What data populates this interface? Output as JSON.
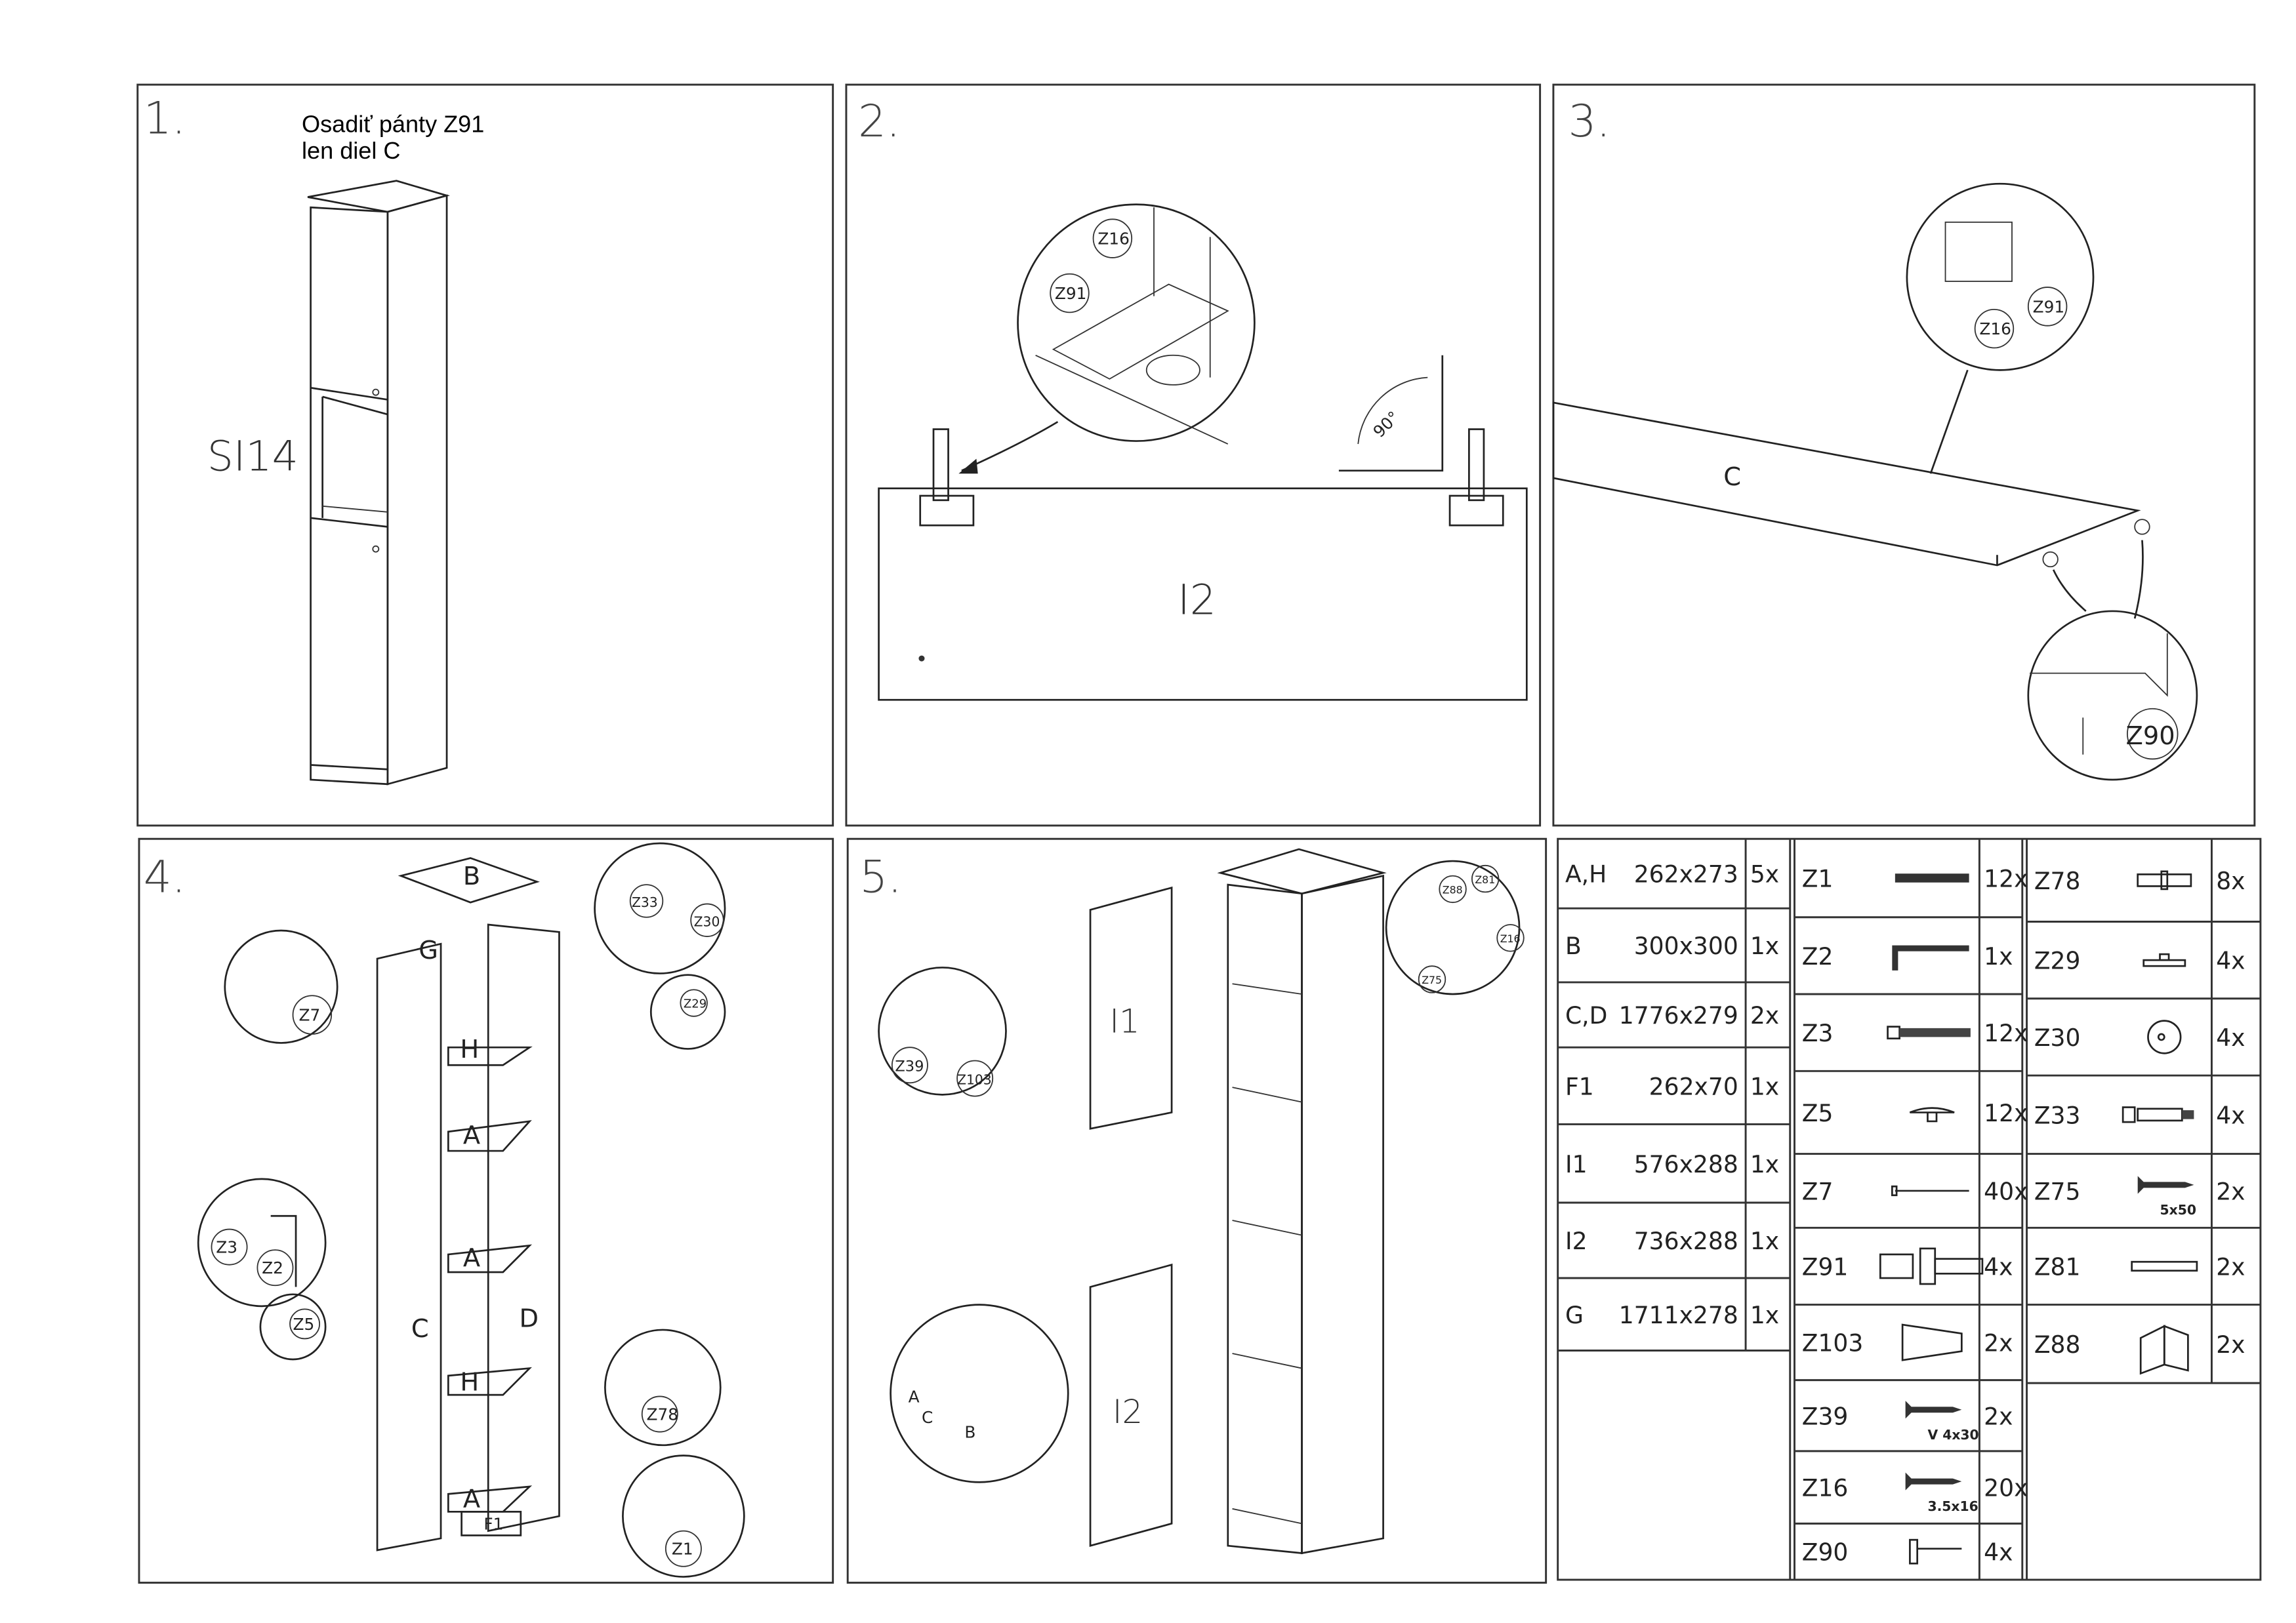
{
  "steps": {
    "step1": {
      "number": "1.",
      "note_line1": "Osadiť pánty Z91",
      "note_line2": "len diel C",
      "product_code": "SI14"
    },
    "step2": {
      "number": "2.",
      "callouts": [
        "Z16",
        "Z91"
      ],
      "angle": "90°",
      "panel": "I2"
    },
    "step3": {
      "number": "3.",
      "callouts": [
        "Z91",
        "Z16",
        "Z90"
      ],
      "panel": "C"
    },
    "step4": {
      "number": "4.",
      "panels": [
        "B",
        "G",
        "H",
        "A",
        "A",
        "H",
        "A",
        "F1",
        "C",
        "D"
      ],
      "callouts": [
        "Z7",
        "Z33",
        "Z30",
        "Z29",
        "Z3",
        "Z2",
        "Z5",
        "Z78",
        "Z1"
      ]
    },
    "step5": {
      "number": "5.",
      "panels": [
        "I1",
        "I2"
      ],
      "callouts": [
        "Z39",
        "Z103",
        "Z88",
        "Z81",
        "Z16",
        "Z75"
      ],
      "adjust_labels": [
        "A",
        "B",
        "C"
      ]
    }
  },
  "parts_table": [
    {
      "id": "A,H",
      "size": "262x273",
      "qty": "5x"
    },
    {
      "id": "B",
      "size": "300x300",
      "qty": "1x"
    },
    {
      "id": "C,D",
      "size": "1776x279",
      "qty": "2x"
    },
    {
      "id": "F1",
      "size": "262x70",
      "qty": "1x"
    },
    {
      "id": "I1",
      "size": "576x288",
      "qty": "1x"
    },
    {
      "id": "I2",
      "size": "736x288",
      "qty": "1x"
    },
    {
      "id": "G",
      "size": "1711x278",
      "qty": "1x"
    }
  ],
  "hardware_col1": [
    {
      "id": "Z1",
      "icon": "dowel-icon",
      "qty": "12x",
      "spec": ""
    },
    {
      "id": "Z2",
      "icon": "allen-key-icon",
      "qty": "1x",
      "spec": ""
    },
    {
      "id": "Z3",
      "icon": "confirmat-screw-icon",
      "qty": "12x",
      "spec": ""
    },
    {
      "id": "Z5",
      "icon": "cover-cap-icon",
      "qty": "12x",
      "spec": ""
    },
    {
      "id": "Z7",
      "icon": "nail-icon",
      "qty": "40x",
      "spec": ""
    },
    {
      "id": "Z91",
      "icon": "hinge-icon",
      "qty": "4x",
      "spec": ""
    },
    {
      "id": "Z103",
      "icon": "wedge-icon",
      "qty": "2x",
      "spec": ""
    },
    {
      "id": "Z39",
      "icon": "screw-icon",
      "qty": "2x",
      "spec": "V 4x30"
    },
    {
      "id": "Z16",
      "icon": "small-screw-icon",
      "qty": "20x",
      "spec": "3.5x16"
    },
    {
      "id": "Z90",
      "icon": "glide-nail-icon",
      "qty": "4x",
      "spec": ""
    }
  ],
  "hardware_col2": [
    {
      "id": "Z78",
      "icon": "shelf-pin-icon",
      "qty": "8x",
      "spec": ""
    },
    {
      "id": "Z29",
      "icon": "cam-pin-icon",
      "qty": "4x",
      "spec": ""
    },
    {
      "id": "Z30",
      "icon": "cam-lock-icon",
      "qty": "4x",
      "spec": ""
    },
    {
      "id": "Z33",
      "icon": "cam-bolt-icon",
      "qty": "4x",
      "spec": ""
    },
    {
      "id": "Z75",
      "icon": "wood-screw-icon",
      "qty": "2x",
      "spec": "5x50"
    },
    {
      "id": "Z81",
      "icon": "wall-plug-icon",
      "qty": "2x",
      "spec": ""
    },
    {
      "id": "Z88",
      "icon": "angle-bracket-icon",
      "qty": "2x",
      "spec": ""
    }
  ]
}
